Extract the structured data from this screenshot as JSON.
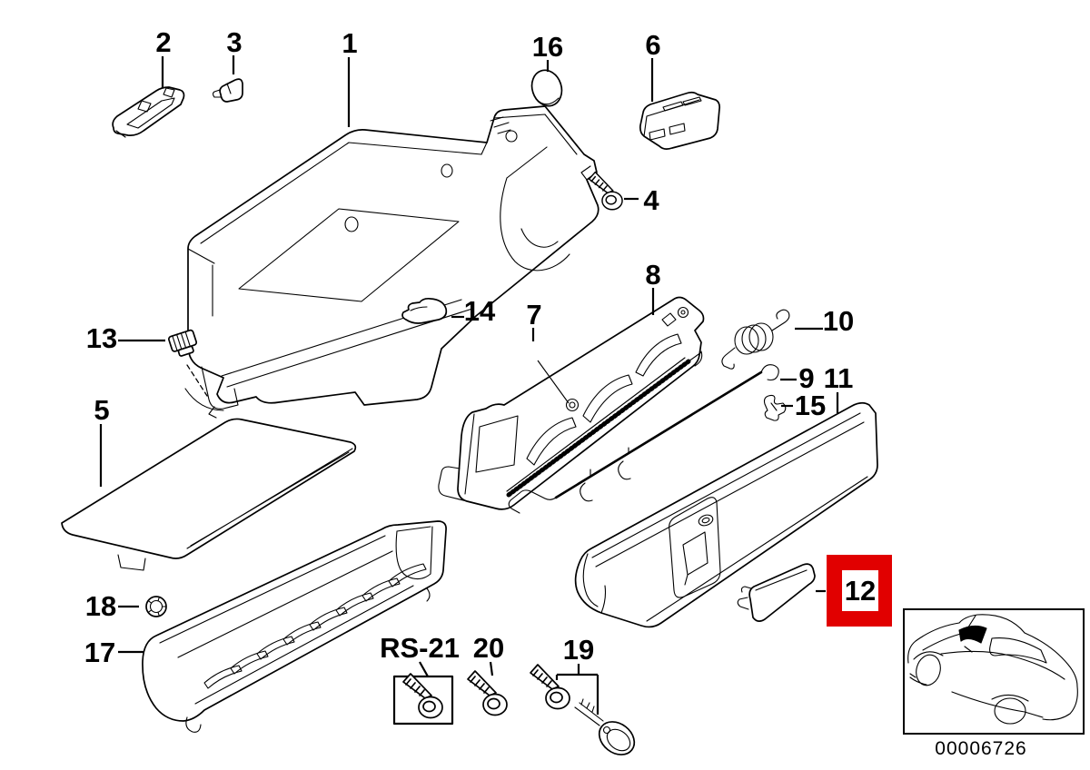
{
  "diagram": {
    "background_color": "#ffffff",
    "line_color": "#000000",
    "labels": {
      "p1": "1",
      "p2": "2",
      "p3": "3",
      "p4": "4",
      "p5": "5",
      "p6": "6",
      "p7": "7",
      "p8": "8",
      "p9": "9",
      "p10": "10",
      "p11": "11",
      "p12": "12",
      "p13": "13",
      "p14": "14",
      "p15": "15",
      "p16": "16",
      "p17": "17",
      "p18": "18",
      "p19": "19",
      "p20": "20",
      "rs21": "RS-21"
    },
    "highlight": {
      "color": "#e10000",
      "selected_part": "12"
    },
    "inset_code": "00006726"
  }
}
